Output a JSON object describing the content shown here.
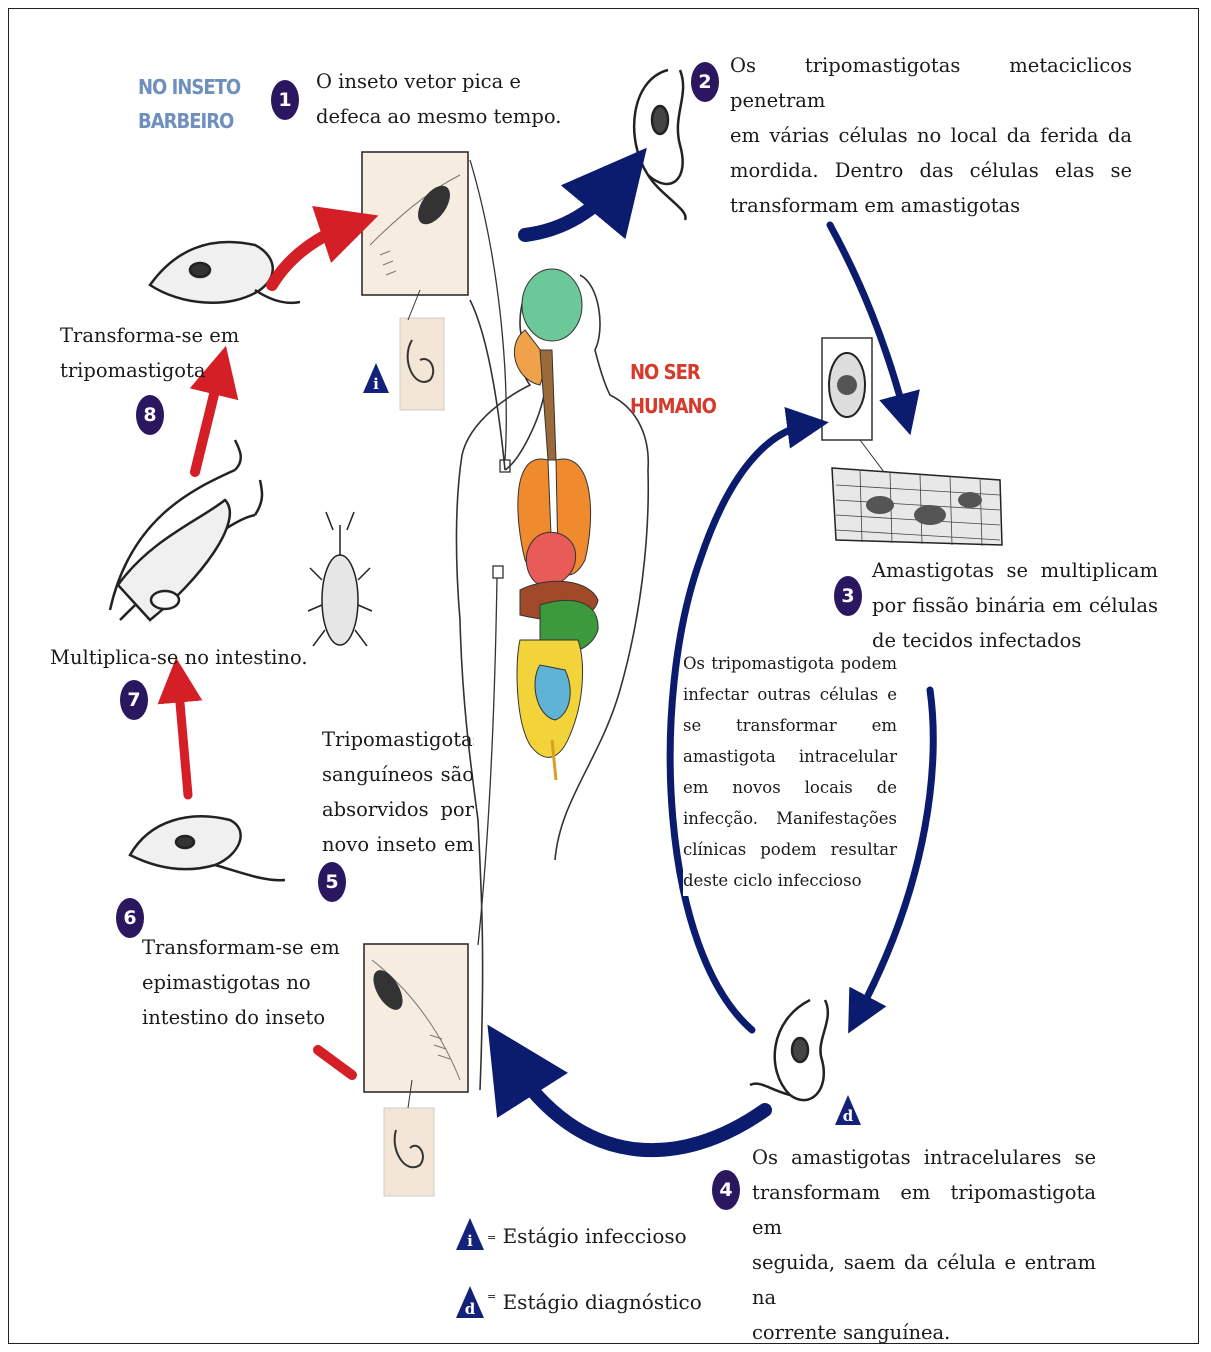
{
  "section_labels": {
    "insect_line1": "NO INSETO",
    "insect_line2": "BARBEIRO",
    "human_line1": "NO SER",
    "human_line2": "HUMANO"
  },
  "steps": [
    {
      "number": "1",
      "lines": [
        "O inseto vetor pica e",
        "defeca ao mesmo tempo."
      ]
    },
    {
      "number": "2",
      "lines": [
        "Os tripomastigotas metaciclicos penetram",
        "em várias células no local da ferida da",
        "mordida. Dentro das células elas se",
        "transformam em amastigotas"
      ]
    },
    {
      "number": "3",
      "lines": [
        "Amastigotas se multiplicam",
        "por fissão binária em células",
        "de tecidos infectados"
      ]
    },
    {
      "number": "4",
      "lines": [
        "Os amastigotas intracelulares se",
        "transformam em tripomastigota em",
        "seguida, saem da célula e entram na",
        "corrente sanguínea."
      ]
    },
    {
      "number": "5",
      "lines": [
        "Tripomastigotas",
        "sanguíneos são",
        "absorvidos por",
        "novo inseto em"
      ]
    },
    {
      "number": "6",
      "lines": [
        "Transformam-se em",
        "epimastigotas no",
        "intestino do inseto"
      ]
    },
    {
      "number": "7",
      "lines": [
        "Multiplica-se no intestino."
      ]
    },
    {
      "number": "8",
      "lines": [
        "Transforma-se em tripomastigota"
      ]
    }
  ],
  "reinfection_note": [
    "Os tripomastigota podem",
    "infectar outras células e",
    "se transformar em",
    "amastigota intracelular",
    "em novos locais de",
    "infecção. Manifestações",
    "clínicas podem resultar",
    "deste ciclo infeccioso"
  ],
  "legend": {
    "infective_symbol": "i",
    "diagnostic_symbol": "d",
    "equals_sign": "=",
    "infective_label": "Estágio infeccioso",
    "diagnostic_label": "Estágio diagnóstico"
  },
  "colors": {
    "human_cycle_arrow": "#0b1b6e",
    "insect_cycle_arrow": "#d41f26",
    "insect_label": "#6f8fbf",
    "human_label": "#d63a2a",
    "step_badge": "#2b1760",
    "stage_marker": "#13217a"
  }
}
